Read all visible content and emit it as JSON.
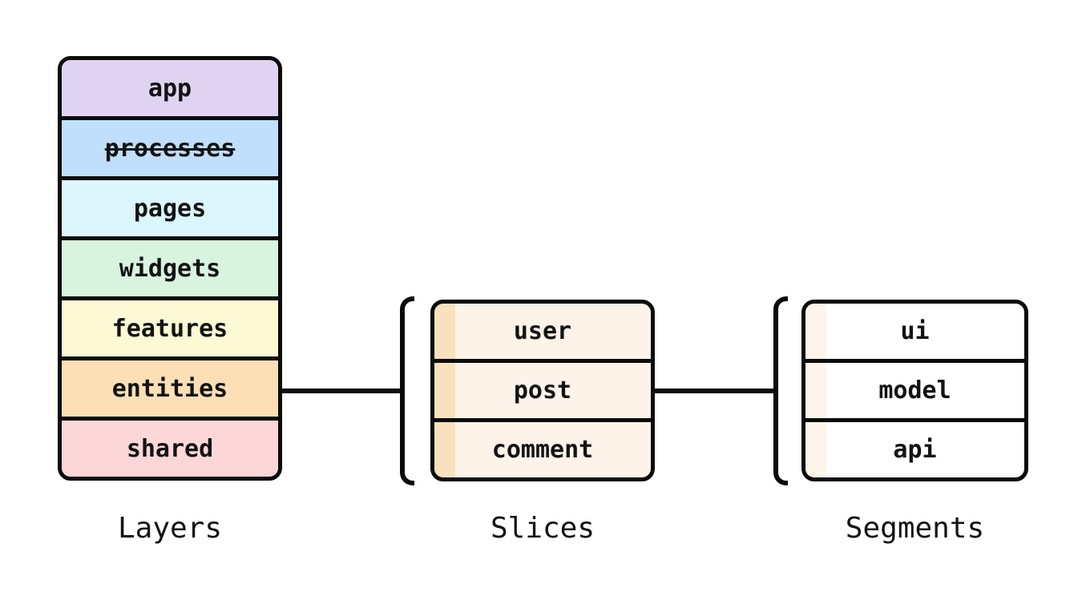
{
  "diagram": {
    "stroke_color": "#0b0b0b",
    "text_color": "#131313",
    "background_color": "#ffffff",
    "columns": [
      {
        "id": "layers",
        "label": "Layers",
        "items": [
          {
            "label": "app",
            "color": "#ded4f2",
            "deprecated": false
          },
          {
            "label": "processes",
            "color": "#bfdffc",
            "deprecated": true
          },
          {
            "label": "pages",
            "color": "#dbf6fd",
            "deprecated": false
          },
          {
            "label": "widgets",
            "color": "#d8f3de",
            "deprecated": false
          },
          {
            "label": "features",
            "color": "#fdf9d5",
            "deprecated": false
          },
          {
            "label": "entities",
            "color": "#fcdfb5",
            "deprecated": false
          },
          {
            "label": "shared",
            "color": "#fdd7d8",
            "deprecated": false
          }
        ]
      },
      {
        "id": "slices",
        "label": "Slices",
        "body_color": "#fdf3e8",
        "accent_color": "#fae1bd",
        "items": [
          {
            "label": "user"
          },
          {
            "label": "post"
          },
          {
            "label": "comment"
          }
        ]
      },
      {
        "id": "segments",
        "label": "Segments",
        "body_color": "#ffffff",
        "accent_color": "#fdf5ea",
        "items": [
          {
            "label": "ui"
          },
          {
            "label": "model"
          },
          {
            "label": "api"
          }
        ]
      }
    ]
  }
}
